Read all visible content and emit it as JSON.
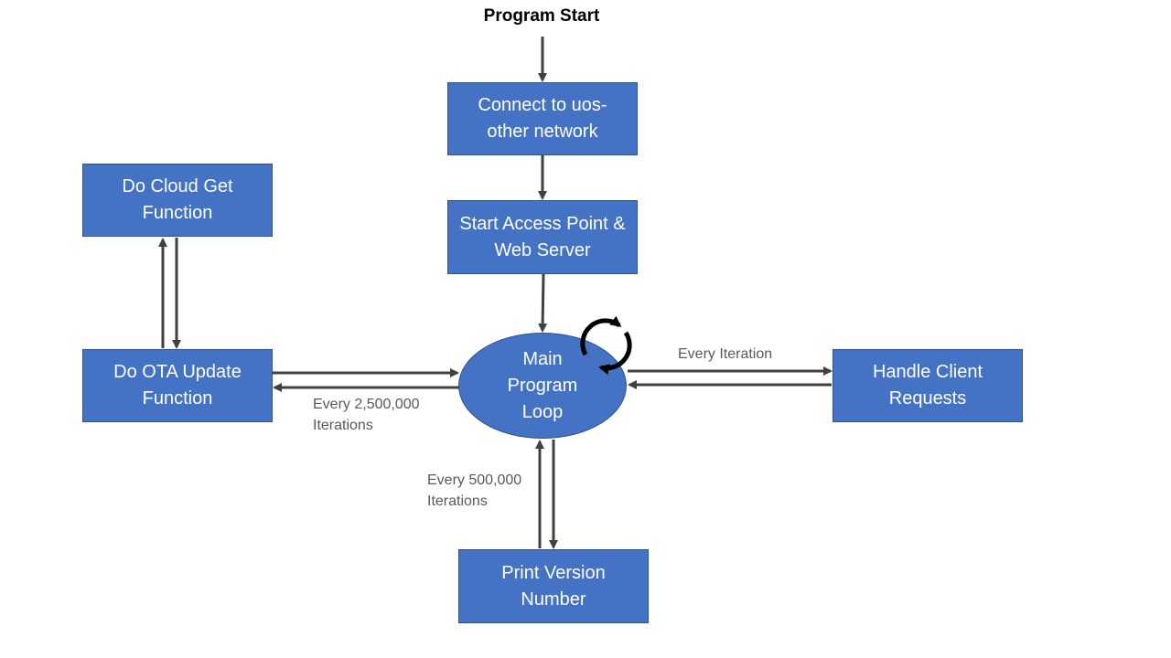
{
  "diagram": {
    "start_label": "Program Start",
    "nodes": {
      "connect": "Connect to uos-other network",
      "access_point": "Start Access Point & Web Server",
      "cloud_get": "Do Cloud Get Function",
      "ota_update": "Do OTA Update Function",
      "main_loop": "Main Program Loop",
      "client_requests": "Handle Client Requests",
      "print_version": "Print Version Number"
    },
    "edge_labels": {
      "every_iteration": "Every Iteration",
      "every_2500000": "Every 2,500,000 Iterations",
      "every_500000": "Every 500,000 Iterations"
    },
    "colors": {
      "node_fill": "#4472c4",
      "node_border": "#2f528f",
      "node_text": "#ffffff",
      "arrow": "#404040",
      "edge_label": "#595959",
      "loop_icon": "#000000"
    },
    "icons": {
      "main_loop": "refresh-loop-icon"
    }
  }
}
